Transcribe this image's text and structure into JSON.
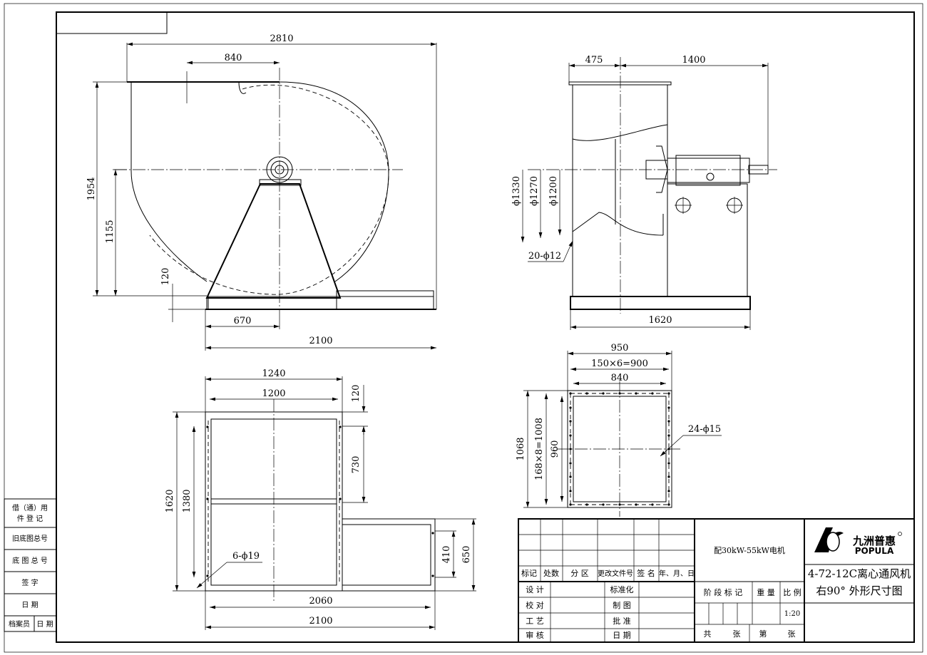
{
  "front_view": {
    "width_total": "2810",
    "shaft_offset": "840",
    "height_total": "1954",
    "shaft_height": "1155",
    "base_height": "120",
    "base_offset": "670",
    "base_length": "2100"
  },
  "side_view": {
    "left_dim": "475",
    "right_dim": "1400",
    "d1": "ϕ1330",
    "d2": "ϕ1270",
    "d3": "ϕ1200",
    "holes": "20-ϕ12",
    "base_width": "1620"
  },
  "plan_view": {
    "w1": "1240",
    "w2": "1200",
    "h1": "1620",
    "h2": "1380",
    "top_dim": "120",
    "mid_dim": "730",
    "ext_h1": "410",
    "ext_h2": "650",
    "holes": "6-ϕ19",
    "len1": "2060",
    "len2": "2100"
  },
  "outlet_view": {
    "w_total": "950",
    "pitch_w": "150×6=900",
    "w_inner": "840",
    "h_total": "1068",
    "pitch_h": "168×8=1008",
    "h_inner": "960",
    "holes": "24-ϕ15"
  },
  "side_table": {
    "r1a": "借（通）用",
    "r1b": "件 登 记",
    "r2": "旧底图总号",
    "r3": "底 图 总 号",
    "r4": "签    字",
    "r5": "日    期",
    "r6a": "档案员",
    "r6b": "日 期"
  },
  "title_block": {
    "h_biaoji": "标记",
    "h_chushu": "处数",
    "h_fenqu": "分 区",
    "h_genggai": "更改文件号",
    "h_qianming": "签 名",
    "h_riqi": "年、月、日",
    "sheji": "设 计",
    "jiaodui": "校 对",
    "gongyi": "工 艺",
    "shenhe": "审 核",
    "biaozhunhua": "标准化",
    "zhitu": "制 图",
    "pizhun": "批 准",
    "riqi": "日 期",
    "motor": "配30kW-55kW电机",
    "stage": "阶 段 标 记",
    "weight": "重 量",
    "scale_label": "比 例",
    "scale": "1:20",
    "gong": "共",
    "zhang1": "张",
    "di": "第",
    "zhang2": "张",
    "brand_cn": "九洲普惠",
    "brand_en": "POPULA",
    "model": "4-72-12C离心通风机",
    "drawing": "右90° 外形尺寸图"
  }
}
